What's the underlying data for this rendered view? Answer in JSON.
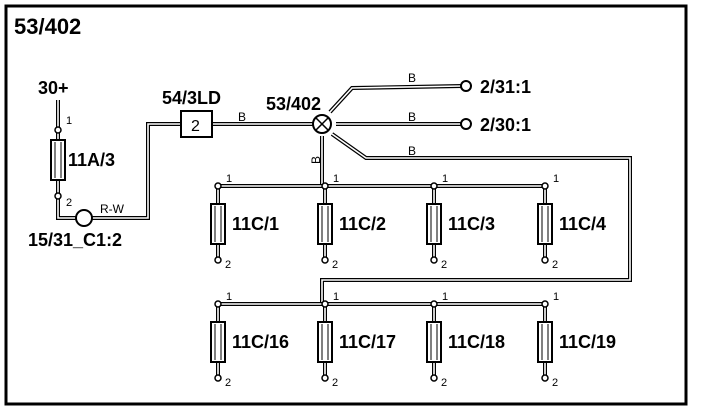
{
  "diagram": {
    "title": "53/402",
    "power_label": "30+",
    "fuse": {
      "id": "11A/3",
      "pin1": "1",
      "pin2": "2"
    },
    "ground": "15/31_C1:2",
    "rw_wire": "R-W",
    "module": {
      "label": "54/3LD",
      "box_text": "2"
    },
    "splice": "53/402",
    "wire_color": "B",
    "connectors": [
      "2/31:1",
      "2/30:1"
    ],
    "heaters_row1": [
      "11C/1",
      "11C/2",
      "11C/3",
      "11C/4"
    ],
    "heaters_row2": [
      "11C/16",
      "11C/17",
      "11C/18",
      "11C/19"
    ],
    "pin_top": "1",
    "pin_bottom": "2"
  }
}
